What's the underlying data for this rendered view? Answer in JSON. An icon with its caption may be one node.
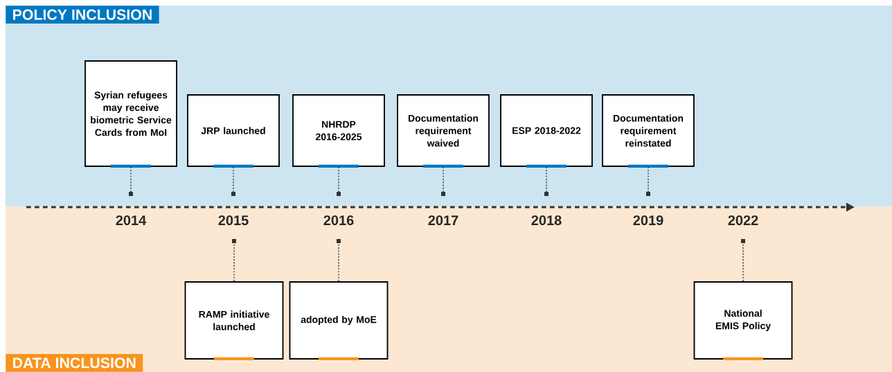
{
  "diagram": {
    "nodes": [
      {
        "text": [
          "POLICY INCLUSION"
        ]
      },
      {
        "text": [
          "Syrian refugees may receive biometric Service Cards from MoI"
        ],
        "in": 0
      },
      {
        "text": [
          "JRP launched"
        ],
        "in": 0
      },
      {
        "text": [
          "NHRDP 2016-2025"
        ],
        "in": 0
      },
      {
        "text": [
          "Documentation requirement waived"
        ],
        "in": 0
      },
      {
        "text": [
          "ESP 2018-2022"
        ],
        "in": 0
      },
      {
        "text": [
          "Documentation requirement reinstated"
        ],
        "in": 0
      },
      {
        "text": [
          "DATA INCLUSION"
        ]
      },
      {
        "text": [
          "RAMP initiative launched"
        ],
        "in": 7
      },
      {
        "text": [
          "adopted by MoE"
        ],
        "in": 7
      },
      {
        "text": [
          "National EMIS Policy"
        ],
        "in": 7
      }
    ],
    "edges": [
      {
        "from": 1,
        "to": null,
        "arrow": "other",
        "style": "dashed"
      },
      {
        "from": 2,
        "to": null,
        "arrow": "other",
        "style": "dashed"
      },
      {
        "from": 3,
        "to": null,
        "arrow": "other",
        "style": "dashed"
      },
      {
        "from": 4,
        "to": null,
        "arrow": "other",
        "style": "dashed"
      },
      {
        "from": 5,
        "to": null,
        "arrow": "other",
        "style": "dashed"
      },
      {
        "from": 6,
        "to": null,
        "arrow": "other",
        "style": "dashed"
      },
      {
        "from": 8,
        "to": null,
        "arrow": "other",
        "style": "dashed"
      },
      {
        "from": 9,
        "to": null,
        "arrow": "other",
        "style": "dashed"
      },
      {
        "from": 10,
        "to": null,
        "arrow": "other",
        "style": "dashed"
      }
    ],
    "labels": [
      "2014",
      "2015",
      "2016",
      "2017",
      "2018",
      "2019",
      "2022"
    ]
  }
}
